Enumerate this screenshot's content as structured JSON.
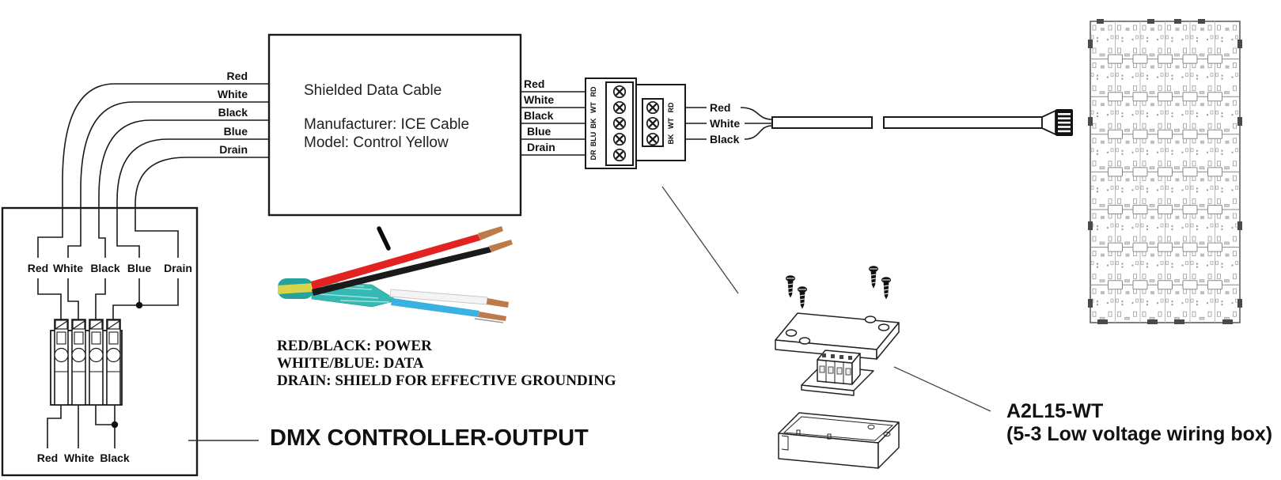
{
  "feed_wires": {
    "labels": [
      "Red",
      "White",
      "Black",
      "Blue",
      "Drain"
    ]
  },
  "dmx_box": {
    "inner_top_labels": [
      "Red",
      "White",
      "Black",
      "Blue",
      "Drain"
    ],
    "inner_bottom_labels": [
      "Red",
      "White",
      "Black"
    ],
    "caption": "DMX CONTROLLER-OUTPUT"
  },
  "cable_box": {
    "title": "Shielded Data Cable",
    "manufacturer": "Manufacturer: ICE Cable",
    "model": "Model: Control Yellow"
  },
  "cable_out": {
    "labels": [
      "Red",
      "White",
      "Black",
      "Blue",
      "Drain"
    ]
  },
  "terminal_block": {
    "input_pins": [
      "RD",
      "WT",
      "BK",
      "BLU",
      "DR"
    ],
    "output_pins": [
      "RD",
      "WT",
      "BK"
    ]
  },
  "output_wires": {
    "labels": [
      "Red",
      "White",
      "Black"
    ]
  },
  "legend": {
    "line1": "RED/BLACK: POWER",
    "line2": "WHITE/BLUE: DATA",
    "line3": "DRAIN: SHIELD FOR EFFECTIVE GROUNDING"
  },
  "wiring_box": {
    "model": "A2L15-WT",
    "description": "(5-3 Low voltage wiring box)"
  },
  "colors": {
    "jacket_teal": "#23a39c",
    "stripe_yellow": "#d8d44b",
    "shield_teal": "#35b9b2",
    "wire_red": "#e32222",
    "wire_black": "#1a1a1a",
    "wire_white": "#f4f4f4",
    "wire_blue": "#3ab1e2",
    "copper": "#bd7b4b"
  }
}
